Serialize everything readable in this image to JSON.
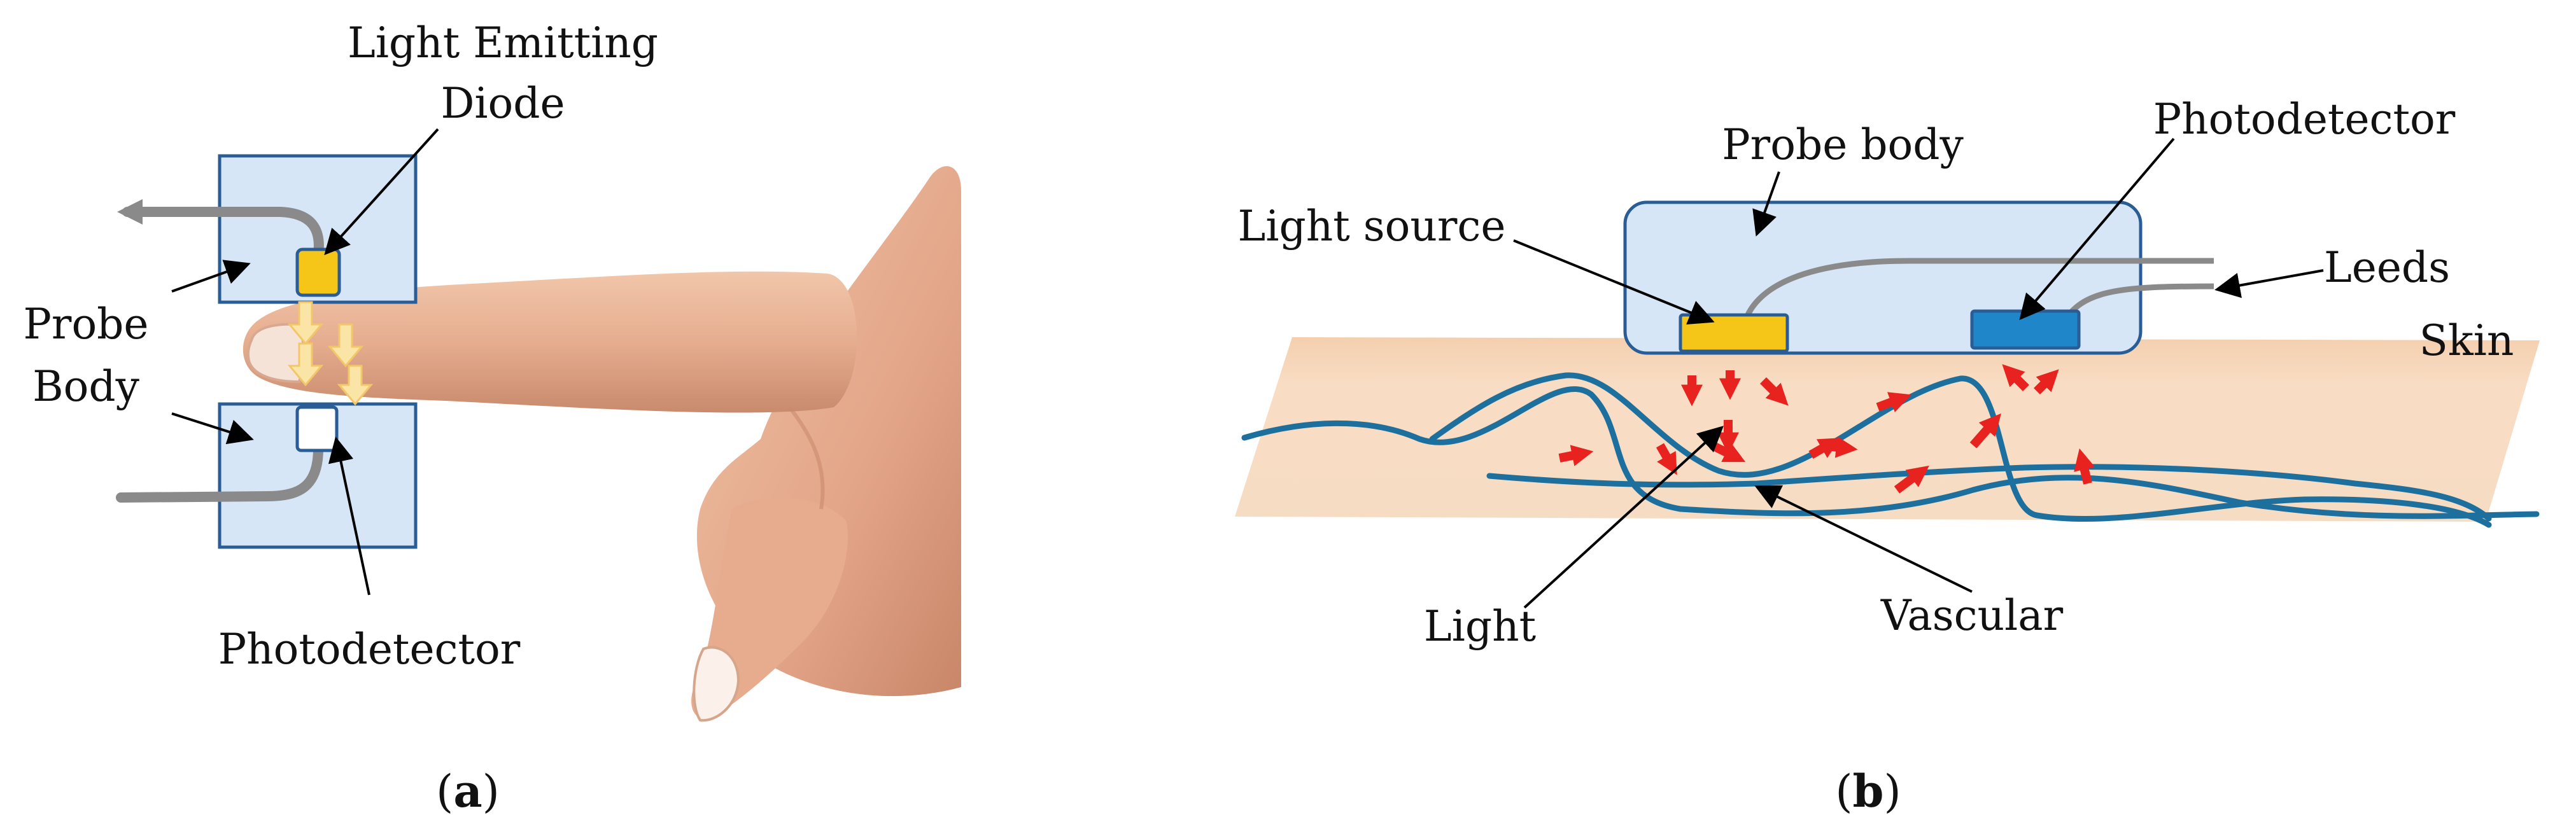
{
  "panel_a": {
    "led_label_line1": "Light Emitting",
    "led_label_line2": "Diode",
    "probe_label_line1": "Probe",
    "probe_label_line2": "Body",
    "photodetector_label": "Photodetector",
    "caption_open": "(",
    "caption_letter": "a",
    "caption_close": ")"
  },
  "panel_b": {
    "probe_body_label": "Probe body",
    "photodetector_label": "Photodetector",
    "light_source_label": "Light source",
    "leeds_label": "Leeds",
    "skin_label": "Skin",
    "light_label": "Light",
    "vascular_label": "Vascular",
    "caption_open": "(",
    "caption_letter": "b",
    "caption_close": ")"
  },
  "colors": {
    "probe_fill": "#d6e6f6",
    "probe_stroke": "#2a5d95",
    "led_yellow": "#f5c518",
    "detector_blue": "#1f86c9",
    "skin": "#f7ddc4",
    "vessel": "#1d6f9e",
    "scatter_arrow": "#e8231f",
    "cable": "#8a8a8a"
  }
}
